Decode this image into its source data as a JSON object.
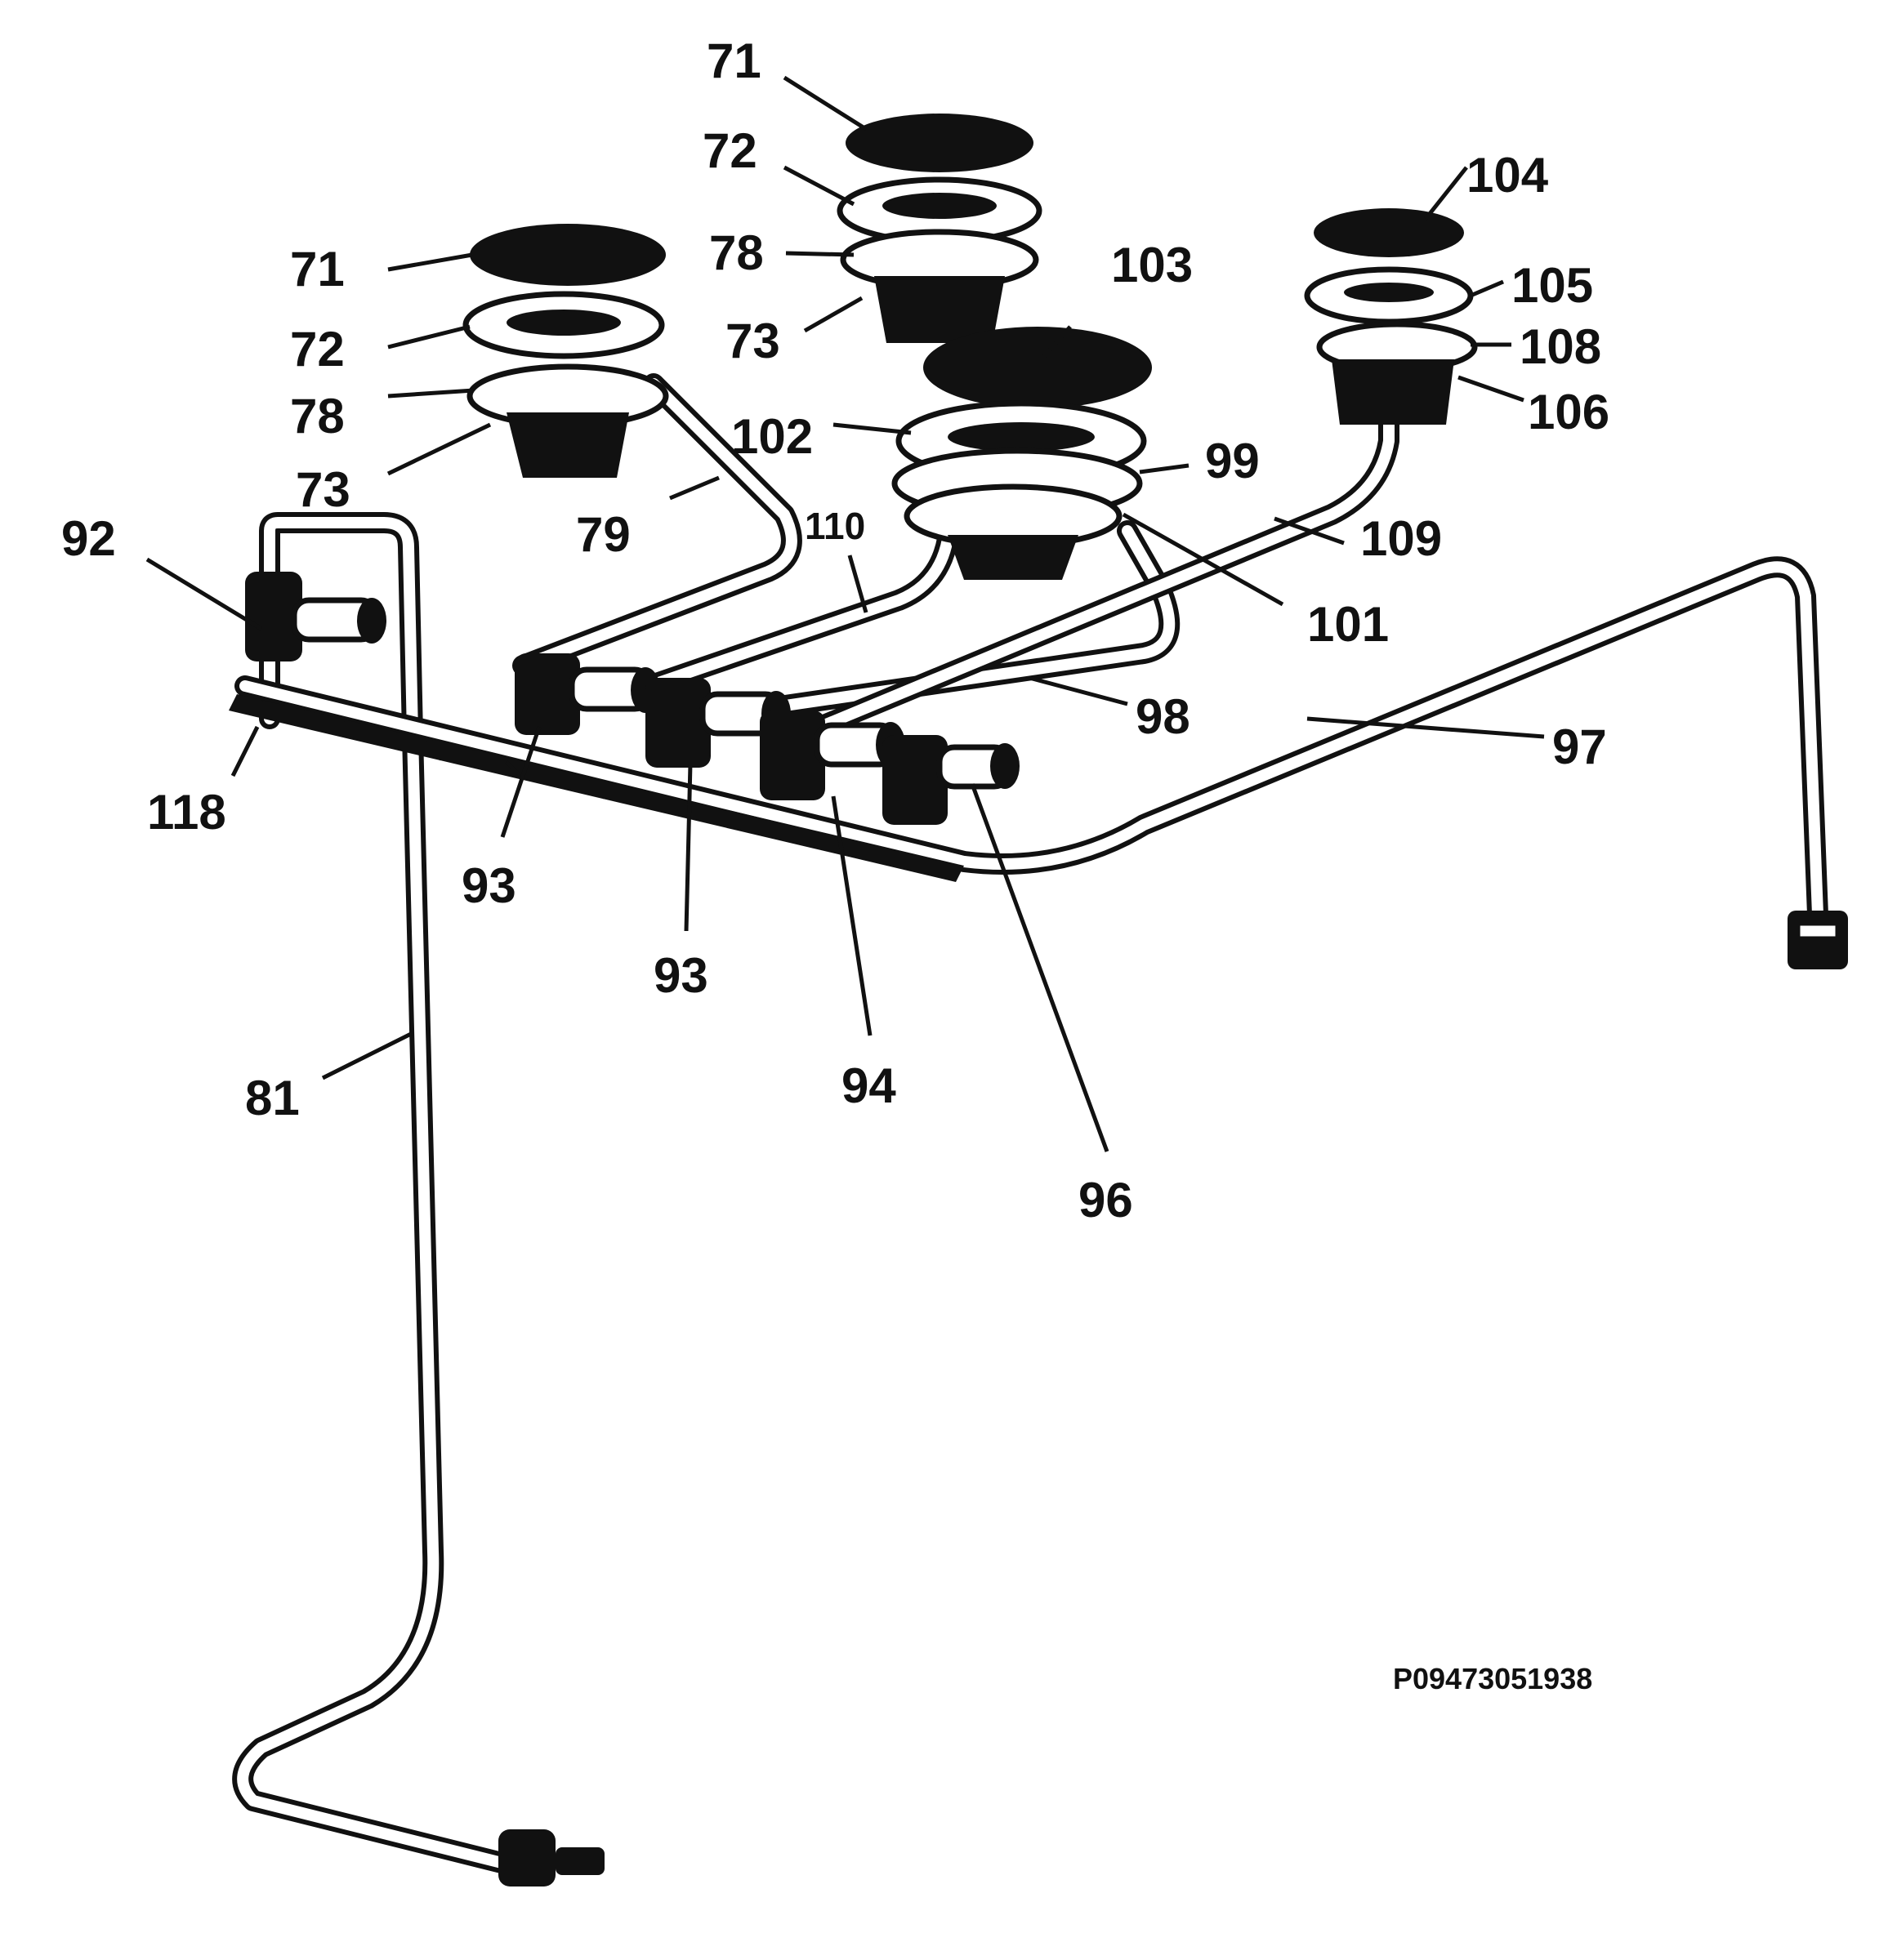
{
  "reference_code": "P09473051938",
  "callouts": {
    "c71a": "71",
    "c72a": "72",
    "c78a": "78",
    "c73a": "73",
    "c71b": "71",
    "c72b": "72",
    "c78b": "78",
    "c73b": "73",
    "c79": "79",
    "c92": "92",
    "c118": "118",
    "c93a": "93",
    "c93b": "93",
    "c94": "94",
    "c96": "96",
    "c81": "81",
    "c102": "102",
    "c103": "103",
    "c110": "110",
    "c99": "99",
    "c101": "101",
    "c98": "98",
    "c97": "97",
    "c104": "104",
    "c105": "105",
    "c108": "108",
    "c106": "106",
    "c109": "109"
  }
}
